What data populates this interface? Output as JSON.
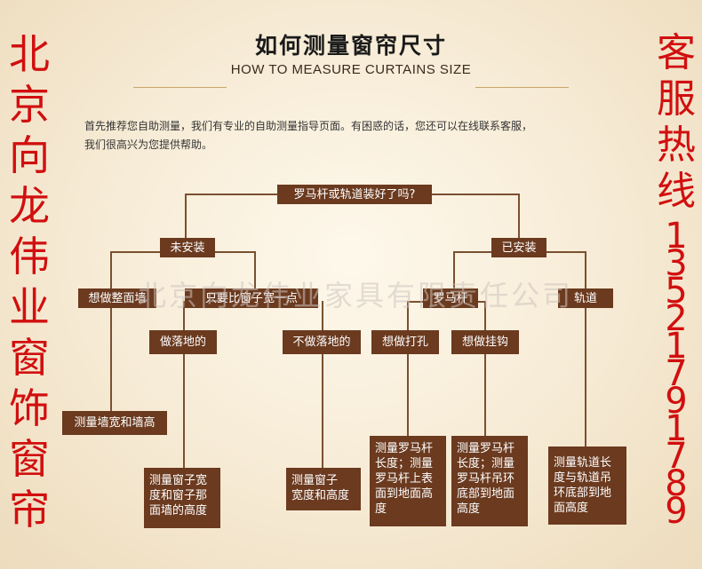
{
  "header": {
    "title": "如何测量窗帘尺寸",
    "subtitle": "HOW TO MEASURE CURTAINS SIZE"
  },
  "intro": {
    "line1": "首先推荐您自助测量，我们有专业的自助测量指导页面。有困惑的话，您还可以在线联系客服，",
    "line2": "我们很高兴为您提供帮助。"
  },
  "side_left": [
    "北",
    "京",
    "向",
    "龙",
    "伟",
    "业",
    "窗",
    "饰",
    "窗",
    "帘"
  ],
  "side_right": {
    "chars": [
      "客",
      "服",
      "热",
      "线"
    ],
    "digits": [
      "1",
      "3",
      "5",
      "2",
      "1",
      "7",
      "9",
      "1",
      "7",
      "8",
      "9"
    ]
  },
  "watermark": "北京向龙伟业家具有限责任公司",
  "flow": {
    "root": "罗马杆或轨道装好了吗?",
    "not_installed": "未安装",
    "installed": "已安装",
    "full_wall": "想做整面墙",
    "wider": "只要比窗子宽一点",
    "roman_rod": "罗马杆",
    "track": "轨道",
    "floor": "做落地的",
    "not_floor": "不做落地的",
    "punch": "想做打孔",
    "hook": "想做挂钩",
    "measure_wall": "测量墙宽和墙高",
    "measure_window_floor": [
      "测量窗子宽",
      "度和窗子那",
      "面墙的高度"
    ],
    "measure_window": [
      "测量窗子",
      "宽度和高度"
    ],
    "measure_rod_punch": [
      "测量罗马杆",
      "长度；测量",
      "罗马杆上表",
      "面到地面高",
      "度"
    ],
    "measure_rod_hook": [
      "测量罗马杆",
      "长度；测量",
      "罗马杆吊环",
      "底部到地面",
      "高度"
    ],
    "measure_track": [
      "测量轨道长",
      "度与轨道吊",
      "环底部到地",
      "面高度"
    ]
  }
}
